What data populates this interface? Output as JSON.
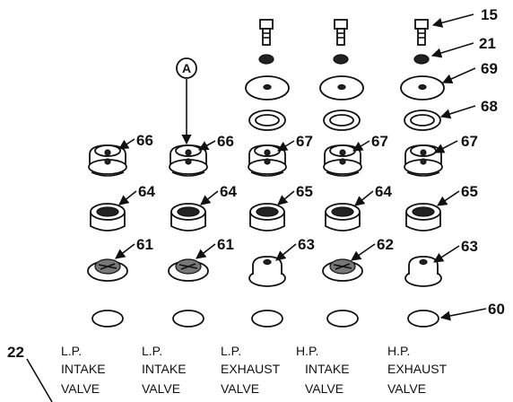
{
  "callout_letter": "A",
  "ref_top": "22",
  "callouts": {
    "n15": "15",
    "n21": "21",
    "n69": "69",
    "n68": "68",
    "n66a": "66",
    "n66b": "66",
    "n67a": "67",
    "n67b": "67",
    "n67c": "67",
    "n64a": "64",
    "n64b": "64",
    "n65a": "65",
    "n64c": "64",
    "n65b": "65",
    "n61a": "61",
    "n61b": "61",
    "n63a": "63",
    "n62": "62",
    "n63b": "63",
    "n60": "60"
  },
  "columns": [
    {
      "line1": "L.P.",
      "line2": "INTAKE",
      "line3": "VALVE"
    },
    {
      "line1": "L.P.",
      "line2": "INTAKE",
      "line3": "VALVE"
    },
    {
      "line1": "L.P.",
      "line2": "EXHAUST",
      "line3": "VALVE"
    },
    {
      "line1": "H.P.",
      "line2": "INTAKE",
      "line3": "VALVE"
    },
    {
      "line1": "H.P.",
      "line2": "EXHAUST",
      "line3": "VALVE"
    }
  ]
}
